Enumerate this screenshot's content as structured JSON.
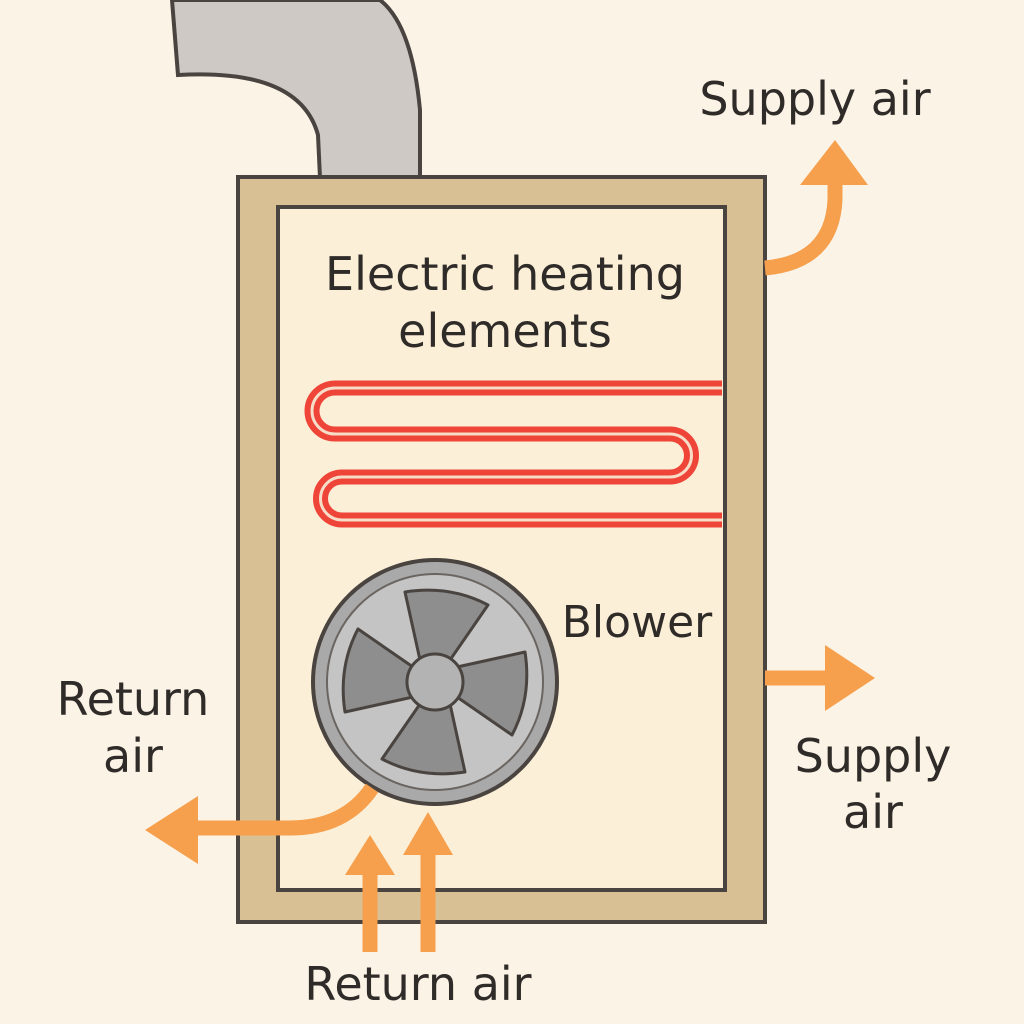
{
  "labels": {
    "heating_line1": "Electric heating",
    "heating_line2": "elements",
    "blower": "Blower",
    "supply_top": "Supply air",
    "supply_right_line1": "Supply",
    "supply_right_line2": "air",
    "return_left_line1": "Return",
    "return_left_line2": "air",
    "return_bottom": "Return air"
  },
  "colors": {
    "background": "#fcf3e7",
    "cabinet": "#d9bf94",
    "cabinet_inner": "#fcefd8",
    "outline": "#4a4440",
    "flue": "#cfc9c5",
    "heating_element": "#ee4538",
    "airflow_arrow": "#f6a04d",
    "blower": "#bdbdbd"
  }
}
